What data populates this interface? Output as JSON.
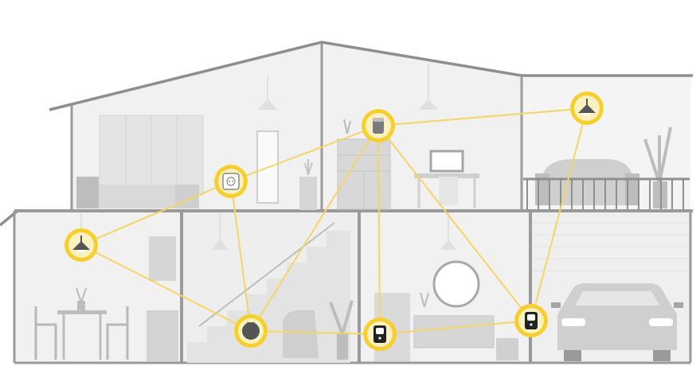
{
  "diagram": {
    "subject": "smart-home-mesh-network",
    "colors": {
      "background": "#ffffff",
      "wall_fill": "#efefef",
      "wall_stroke": "#9a9a9a",
      "roof_stroke": "#8e8e8e",
      "furniture_light": "#dedede",
      "furniture_mid": "#c9c9c9",
      "furniture_dark": "#8a8a8a",
      "link_line": "#f5d565",
      "node_outer": "#f7cf2d",
      "node_inner": "#fbf0bf",
      "device_dark": "#555555"
    },
    "nodes": [
      {
        "id": "smart-speaker",
        "icon": "smart-speaker-icon"
      },
      {
        "id": "garage-lamp",
        "icon": "ceiling-lamp-icon"
      },
      {
        "id": "wall-outlet",
        "icon": "wall-outlet-icon"
      },
      {
        "id": "dining-lamp",
        "icon": "ceiling-lamp-icon"
      },
      {
        "id": "robot-vacuum",
        "icon": "robot-vacuum-icon"
      },
      {
        "id": "plug-hub-center",
        "icon": "smart-plug-icon"
      },
      {
        "id": "plug-hub-garage",
        "icon": "smart-plug-icon"
      }
    ],
    "links": [
      [
        "wall-outlet",
        "smart-speaker"
      ],
      [
        "smart-speaker",
        "garage-lamp"
      ],
      [
        "wall-outlet",
        "dining-lamp"
      ],
      [
        "wall-outlet",
        "robot-vacuum"
      ],
      [
        "dining-lamp",
        "robot-vacuum"
      ],
      [
        "smart-speaker",
        "robot-vacuum"
      ],
      [
        "smart-speaker",
        "plug-hub-center"
      ],
      [
        "smart-speaker",
        "plug-hub-garage"
      ],
      [
        "garage-lamp",
        "plug-hub-garage"
      ],
      [
        "robot-vacuum",
        "plug-hub-center"
      ],
      [
        "plug-hub-center",
        "plug-hub-garage"
      ]
    ]
  }
}
